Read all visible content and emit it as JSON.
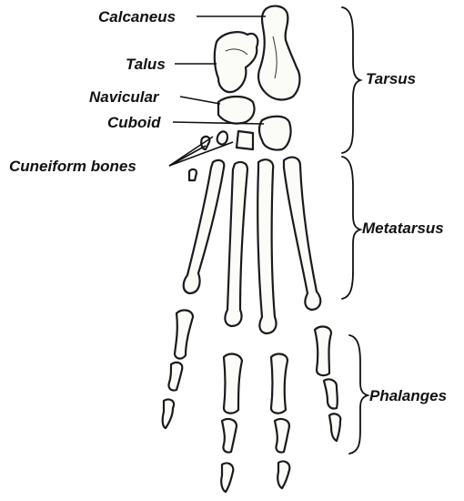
{
  "labels": {
    "calcaneus": "Calcaneus",
    "talus": "Talus",
    "navicular": "Navicular",
    "cuboid": "Cuboid",
    "cuneiform": "Cuneiform bones",
    "tarsus": "Tarsus",
    "metatarsus": "Metatarsus",
    "phalanges": "Phalanges"
  }
}
